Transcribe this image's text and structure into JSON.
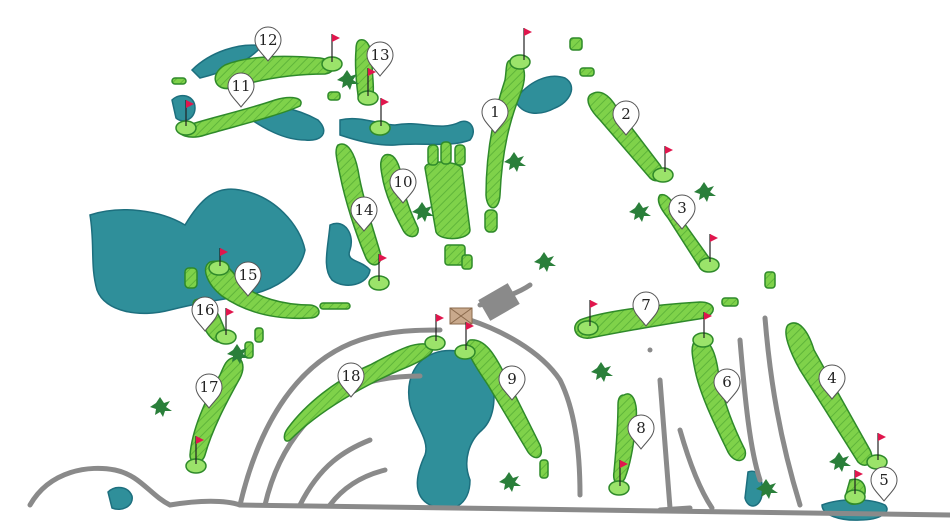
{
  "map": {
    "colors": {
      "fairway": "#7fd24a",
      "fairway_edge": "#2f8a2a",
      "green": "#9be36a",
      "water": "#2f8f9a",
      "water_dark": "#1d6f7e",
      "path": "#8a8a8a",
      "flag": "#e0164d",
      "tree": "#2a7f3a"
    },
    "holes": [
      {
        "label": "1"
      },
      {
        "label": "2"
      },
      {
        "label": "3"
      },
      {
        "label": "4"
      },
      {
        "label": "5"
      },
      {
        "label": "6"
      },
      {
        "label": "7"
      },
      {
        "label": "8"
      },
      {
        "label": "9"
      },
      {
        "label": "10"
      },
      {
        "label": "11"
      },
      {
        "label": "12"
      },
      {
        "label": "13"
      },
      {
        "label": "14"
      },
      {
        "label": "15"
      },
      {
        "label": "16"
      },
      {
        "label": "17"
      },
      {
        "label": "18"
      }
    ]
  }
}
